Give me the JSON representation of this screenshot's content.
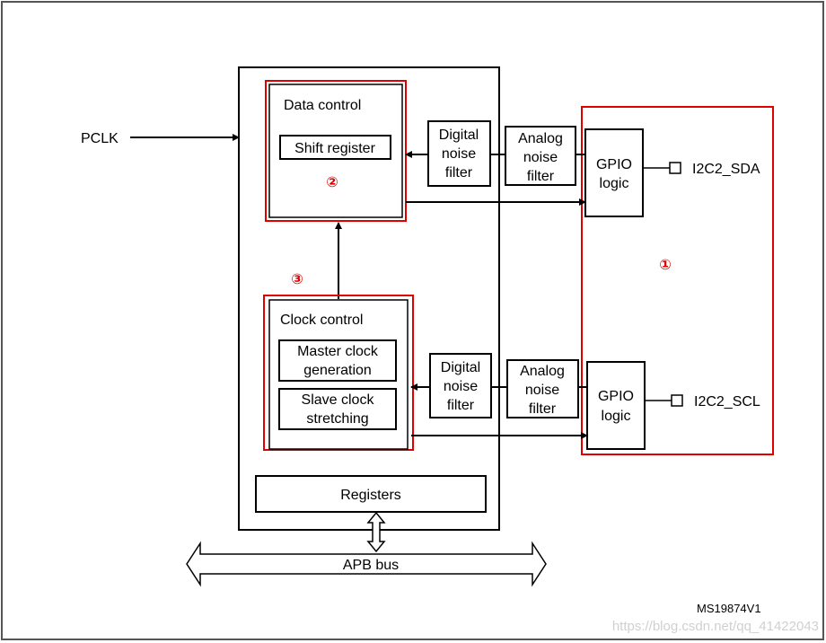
{
  "diagram": {
    "inputs": {
      "pclk": "PCLK"
    },
    "data_control": {
      "title": "Data control",
      "shift_register": "Shift register",
      "marker": "②"
    },
    "clock_control": {
      "title": "Clock control",
      "master": [
        "Master clock",
        "generation"
      ],
      "slave": [
        "Slave clock",
        "stretching"
      ],
      "marker": "③"
    },
    "registers": "Registers",
    "bus": "APB bus",
    "sda_path": {
      "digital_filter": [
        "Digital",
        "noise",
        "filter"
      ],
      "analog_filter": [
        "Analog",
        "noise",
        "filter"
      ],
      "gpio": [
        "GPIO",
        "logic"
      ],
      "pin": "I2C2_SDA"
    },
    "scl_path": {
      "digital_filter": [
        "Digital",
        "noise",
        "filter"
      ],
      "analog_filter": [
        "Analog",
        "noise",
        "filter"
      ],
      "gpio": [
        "GPIO",
        "logic"
      ],
      "pin": "I2C2_SCL"
    },
    "gpio_marker": "①",
    "figure_id": "MS19874V1",
    "watermark": "https://blog.csdn.net/qq_41422043",
    "colors": {
      "highlight": "#e00000",
      "line": "#000000"
    }
  }
}
